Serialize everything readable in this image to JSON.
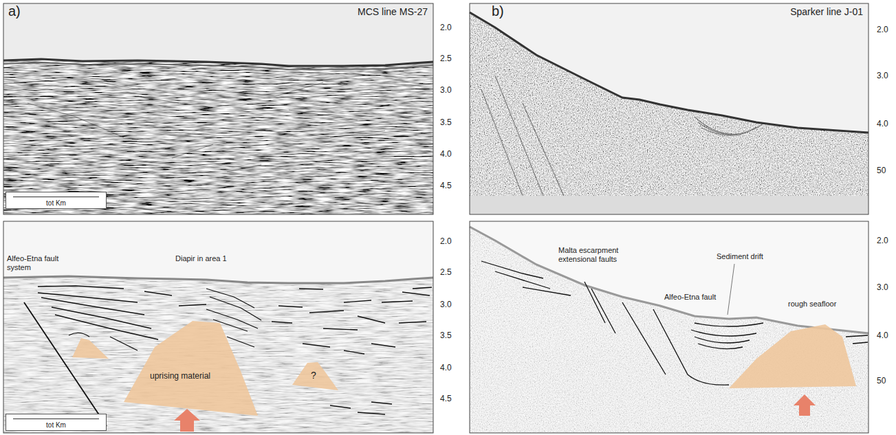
{
  "diagram": {
    "nodes": [
      {
        "text": [
          "tot Km"
        ]
      },
      {
        "text": [
          "tot Km"
        ]
      },
      {
        "text": [
          "uprising material"
        ]
      },
      {
        "text": [
          "?"
        ]
      }
    ],
    "labels": [
      "a)",
      "MCS line MS-27",
      "2.0",
      "2.5",
      "3.0",
      "3.5",
      "4.0",
      "4.5",
      "b)",
      "Sparker line J-01",
      "2.0",
      "3.0",
      "4.0",
      "50",
      "Alfeo-Etna fault system",
      "Diapir in area 1",
      "2.0",
      "2.5",
      "3.0",
      "3.5",
      "4.0",
      "4.5",
      "Malta escarpment extensional faults",
      "Sediment drift",
      "Alfeo-Etna fault",
      "rough seafloor",
      "2.0",
      "3.0",
      "4.0",
      "50"
    ]
  }
}
